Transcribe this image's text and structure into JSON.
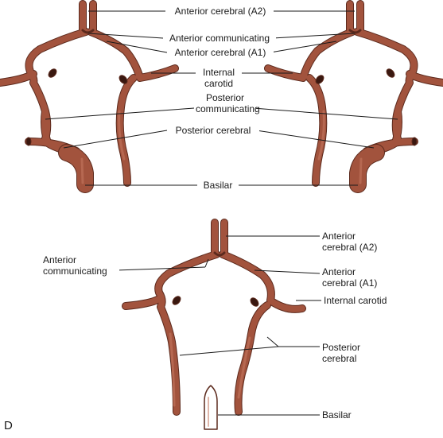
{
  "figure_letter": "D",
  "labels": {
    "anterior_cerebral_a2": "Anterior cerebral (A2)",
    "anterior_communicating": "Anterior communicating",
    "anterior_cerebral_a1": "Anterior cerebral (A1)",
    "internal_carotid_line1": "Internal",
    "internal_carotid_line2": "carotid",
    "posterior_communicating_line1": "Posterior",
    "posterior_communicating_line2": "communicating",
    "posterior_cerebral": "Posterior cerebral",
    "basilar": "Basilar",
    "lower_anterior_communicating_line1": "Anterior",
    "lower_anterior_communicating_line2": "communicating",
    "lower_anterior_cerebral_a2_line1": "Anterior",
    "lower_anterior_cerebral_a2_line2": "cerebral (A2)",
    "lower_anterior_cerebral_a1_line1": "Anterior",
    "lower_anterior_cerebral_a1_line2": "cerebral (A1)",
    "lower_internal_carotid": "Internal carotid",
    "lower_posterior_cerebral_line1": "Posterior",
    "lower_posterior_cerebral_line2": "cerebral",
    "lower_basilar": "Basilar"
  },
  "colors": {
    "vessel": "#a2533d",
    "vessel_outline": "#5c2a1d",
    "leader_line": "#1a1a1a"
  }
}
